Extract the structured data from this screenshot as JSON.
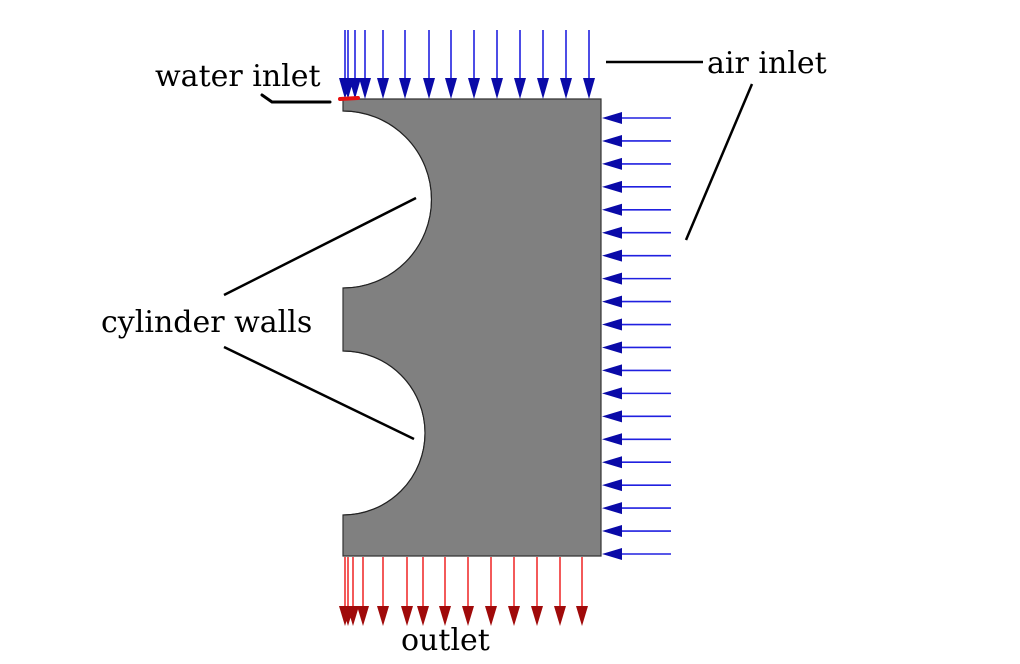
{
  "labels": {
    "water_inlet": "water inlet",
    "air_inlet": "air inlet",
    "cylinder_walls": "cylinder walls",
    "outlet": "outlet"
  },
  "colors": {
    "domain_fill": "#808080",
    "inlet_arrow": "#0a0aa8",
    "inlet_shaft": "#2020e0",
    "outlet_arrow": "#a00a0a",
    "outlet_shaft": "#f03030",
    "water_inlet_marker": "#e81010",
    "leader_line": "#000000"
  },
  "arrow_counts": {
    "top_air_inlet": 14,
    "right_air_inlet": 20,
    "bottom_outlet": 14
  }
}
